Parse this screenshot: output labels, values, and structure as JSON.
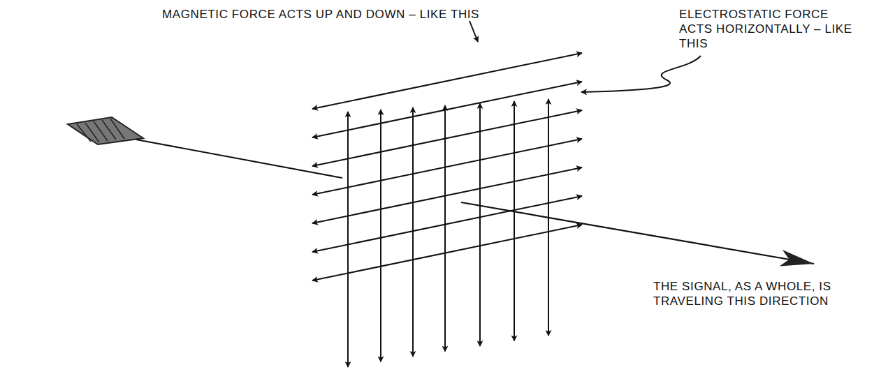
{
  "diagram": {
    "labels": [
      "MAGNETIC FORCE ACTS UP AND DOWN – LIKE THIS",
      "ELECTROSTATIC FORCE ACTS HORIZONTALLY – LIKE THIS",
      "THE SIGNAL, AS A WHOLE, IS TRAVELING THIS DIRECTION"
    ]
  }
}
